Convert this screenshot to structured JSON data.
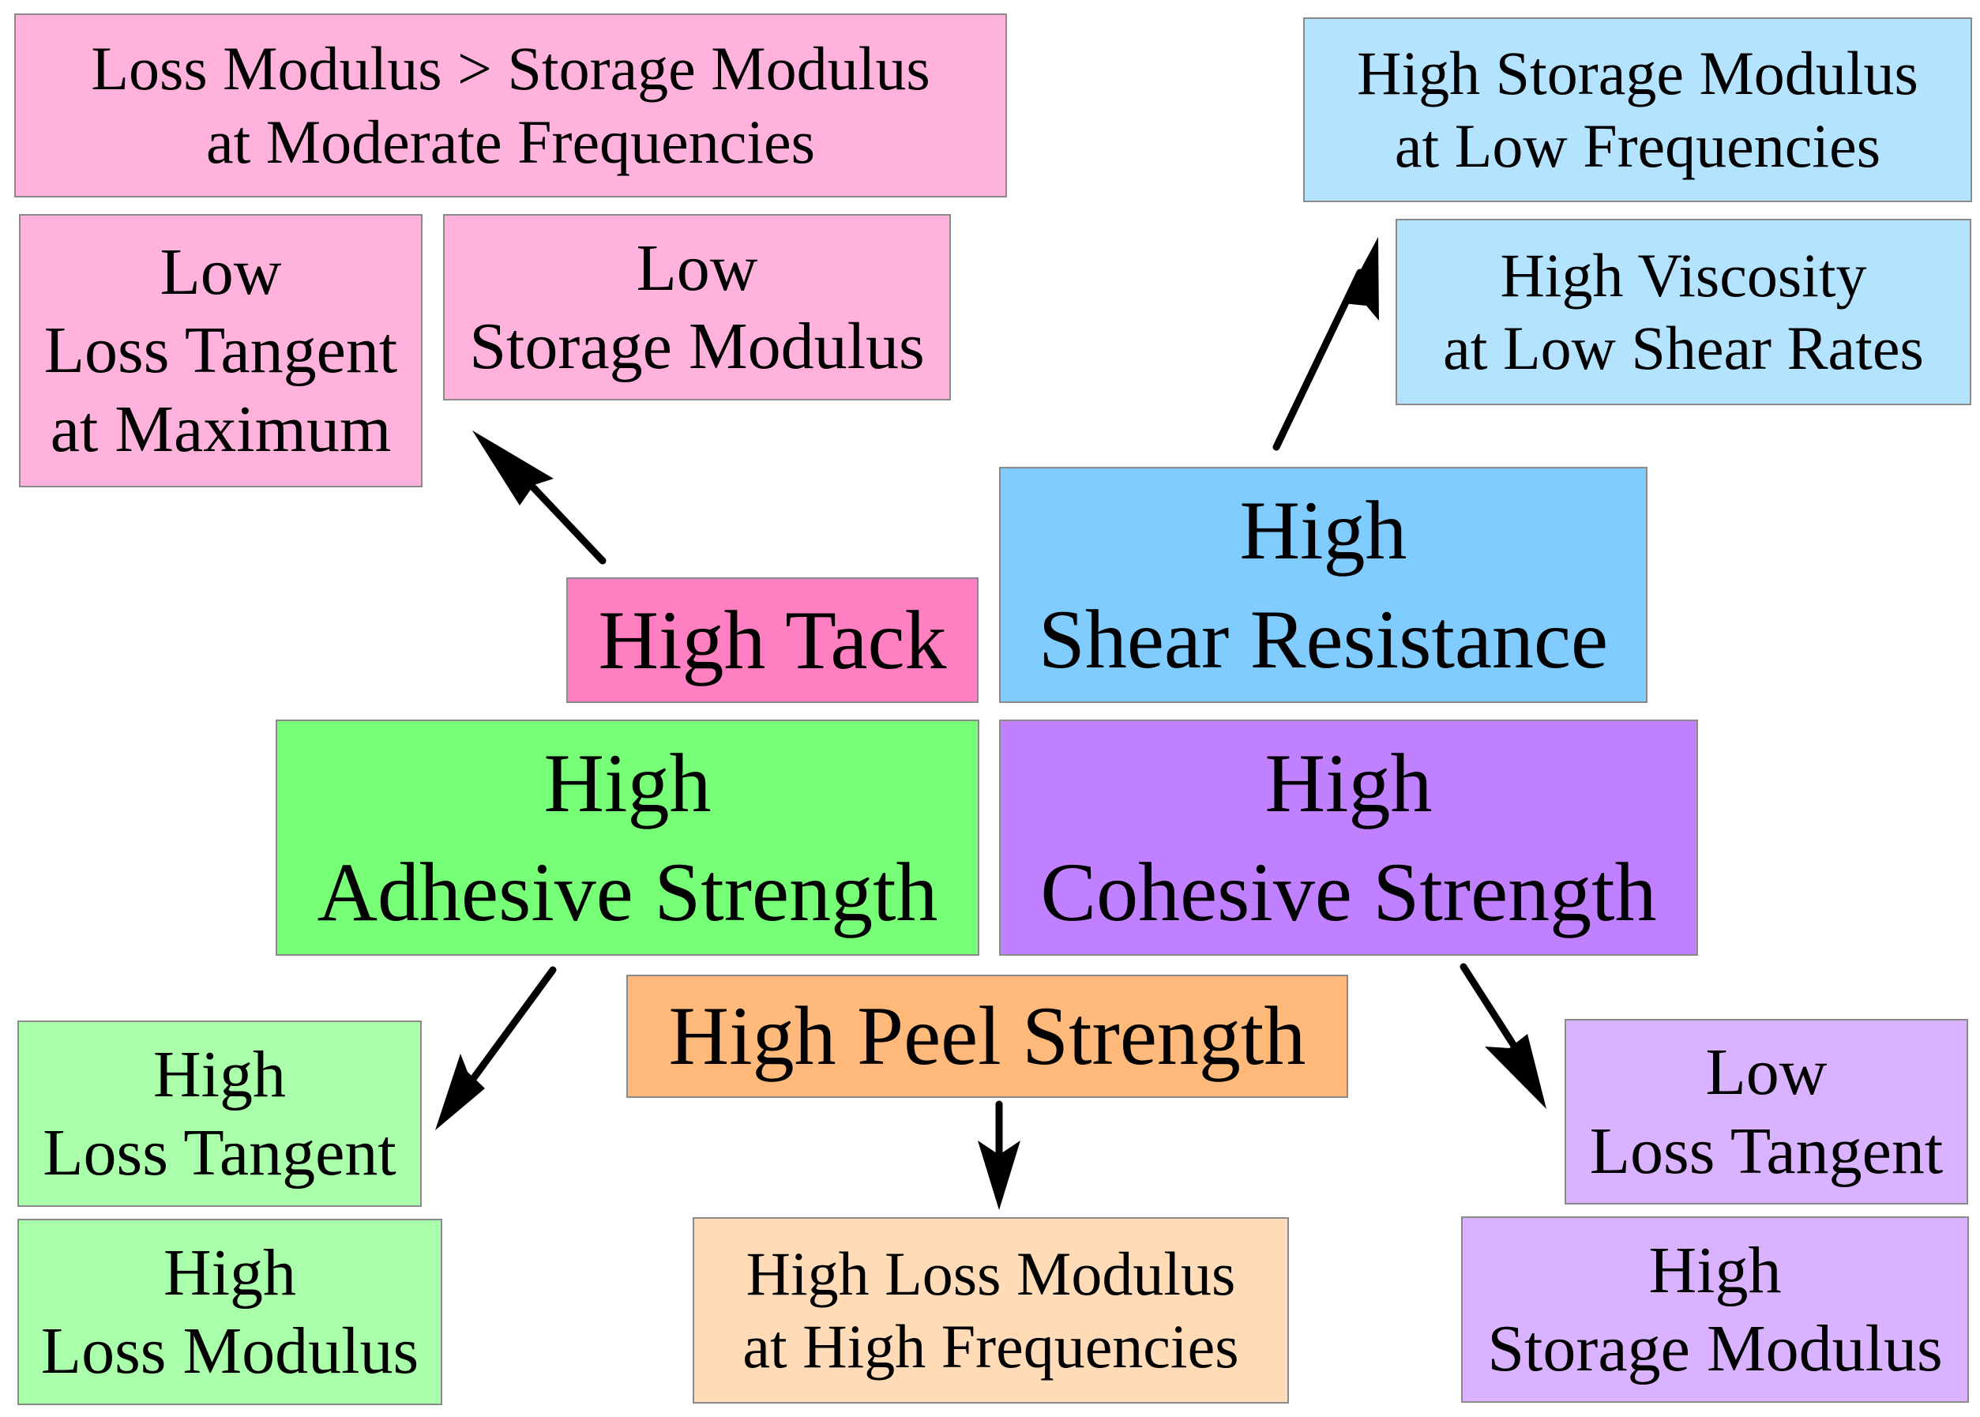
{
  "colors": {
    "tack": "#ff80c0",
    "tack_light": "#ffb3dc",
    "shear": "#80ccff",
    "shear_light": "#b3e3ff",
    "adhesive": "#77ff77",
    "adhesive_light": "#aaffaa",
    "cohesive": "#c080ff",
    "cohesive_light": "#d9b3ff",
    "peel": "#ffb97a",
    "peel_light": "#ffdbb8",
    "arrow": "#000000"
  },
  "boxes": {
    "loss_gt_storage": {
      "line1": "Loss Modulus > Storage Modulus",
      "line2": "at Moderate Frequencies"
    },
    "low_loss_tangent": {
      "line1": "Low",
      "line2": "Loss Tangent",
      "line3": "at Maximum"
    },
    "low_storage_modulus": {
      "line1": "Low",
      "line2": "Storage Modulus"
    },
    "high_tack": {
      "line1": "High Tack"
    },
    "high_storage_low_freq": {
      "line1": "High Storage Modulus",
      "line2": "at Low Frequencies"
    },
    "high_viscosity": {
      "line1": "High Viscosity",
      "line2": "at Low Shear Rates"
    },
    "high_shear": {
      "line1": "High",
      "line2": "Shear Resistance"
    },
    "high_adhesive": {
      "line1": "High",
      "line2": "Adhesive Strength"
    },
    "high_cohesive": {
      "line1": "High",
      "line2": "Cohesive Strength"
    },
    "high_peel": {
      "line1": "High Peel Strength"
    },
    "high_loss_tangent": {
      "line1": "High",
      "line2": "Loss Tangent"
    },
    "high_loss_modulus": {
      "line1": "High",
      "line2": "Loss Modulus"
    },
    "high_loss_modulus_high_freq": {
      "line1": "High Loss Modulus",
      "line2": "at High Frequencies"
    },
    "low_loss_tangent_cohesive": {
      "line1": "Low",
      "line2": "Loss Tangent"
    },
    "high_storage_modulus": {
      "line1": "High",
      "line2": "Storage Modulus"
    }
  }
}
